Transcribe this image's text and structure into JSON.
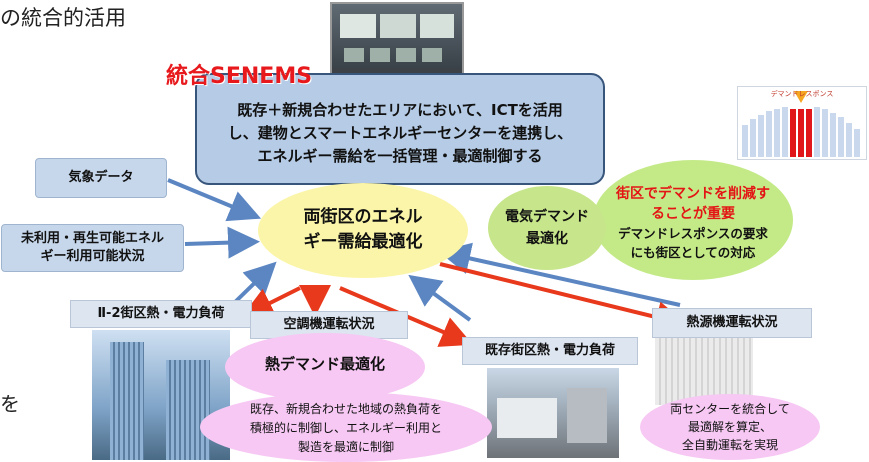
{
  "heading": "の統合的活用",
  "side_char": "を",
  "senems": {
    "title": "統合SENEMS",
    "callout_lines": [
      "既存＋新規合わせたエリアにおいて、ICTを活用",
      "し、建物とスマートエネルギーセンターを連携し、",
      "エネルギー需給を一括管理・最適制御する"
    ]
  },
  "inputs": {
    "weather": "気象データ",
    "renewable_lines": [
      "未利用・再生可能エネル",
      "ギー利用可能状況"
    ]
  },
  "center": {
    "lines": [
      "両街区のエネル",
      "ギー需給最適化"
    ]
  },
  "electric": {
    "lines": [
      "電気デマンド",
      "最適化"
    ],
    "emphasis_lines": [
      "街区でデマンドを削減す",
      "ることが重要"
    ],
    "detail_lines": [
      "デマンドレスポンスの要求",
      "にも街区としての対応"
    ]
  },
  "labels": {
    "block_load": "Ⅱ-2街区熱・電力負荷",
    "ac_status": "空調機運転状況",
    "existing_load": "既存街区熱・電力負荷",
    "heat_source": "熱源機運転状況"
  },
  "heat_demand": {
    "title": "熱デマンド最適化",
    "detail_lines": [
      "既存、新規合わせた地域の熱負荷を",
      "積極的に制御し、エネルギー利用と",
      "製造を最適に制御"
    ]
  },
  "center_detail_lines": [
    "両センターを統合して",
    "最適解を算定、",
    "全自動運転を実現"
  ],
  "dr_chart": {
    "title": "デマンドレスポンス"
  },
  "colors": {
    "red": "#e8191c",
    "blue_box": "#b6cce6",
    "yellow": "#fbf5a9",
    "green": "#c4ea88",
    "pink": "#f6c8f3"
  }
}
